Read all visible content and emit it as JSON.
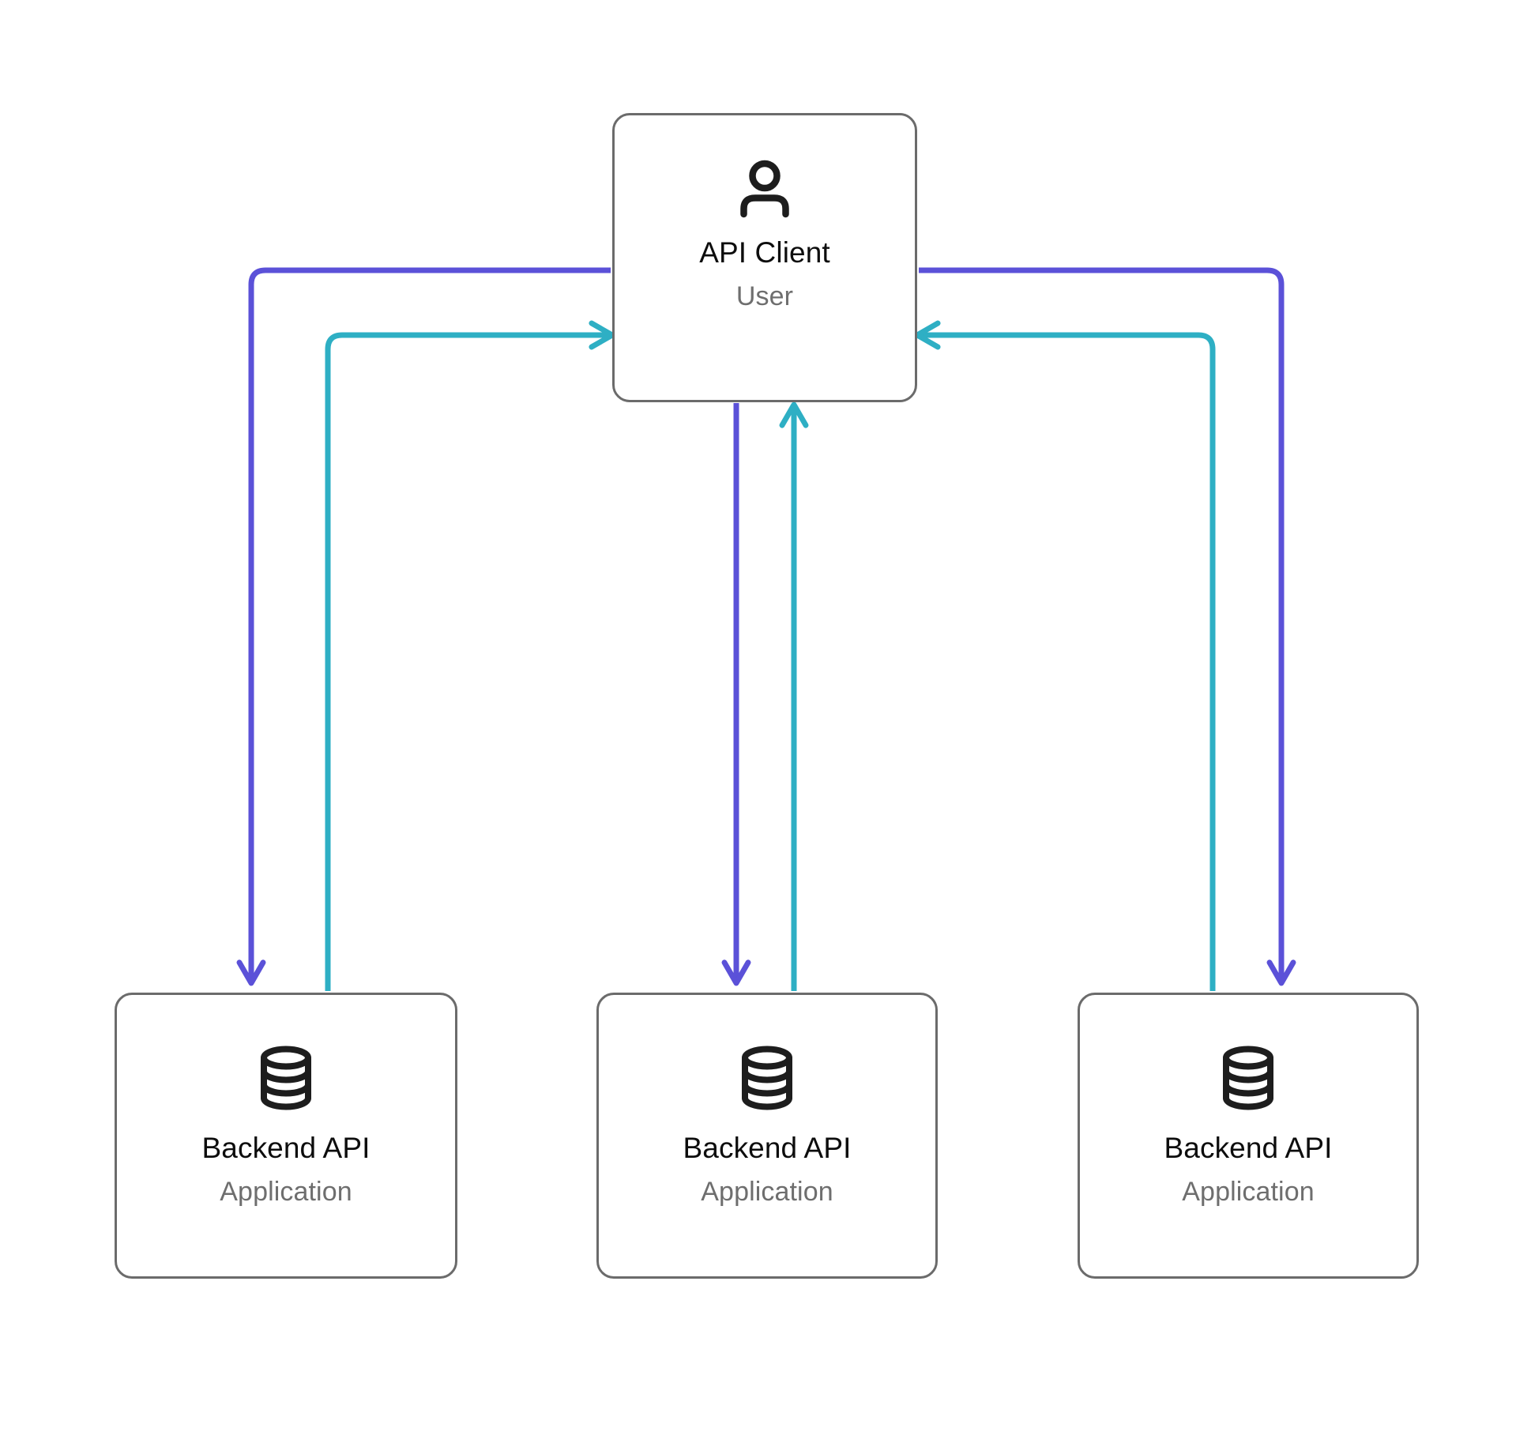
{
  "diagram": {
    "type": "c4-container-diagram",
    "background_color": "#ffffff",
    "node_border_color": "#6b6b6b",
    "title_color": "#0d0d0d",
    "subtitle_color": "#6e6e6e"
  },
  "nodes": [
    {
      "id": "api-client",
      "title": "API Client",
      "subtitle": "User",
      "icon": "person-icon"
    },
    {
      "id": "backend-left",
      "title": "Backend API",
      "subtitle": "Application",
      "icon": "database-icon"
    },
    {
      "id": "backend-middle",
      "title": "Backend API",
      "subtitle": "Application",
      "icon": "database-icon"
    },
    {
      "id": "backend-right",
      "title": "Backend API",
      "subtitle": "Application",
      "icon": "database-icon"
    }
  ],
  "edges": {
    "request_color": "#5b51d8",
    "response_color": "#2eafc4",
    "stroke_width": 7,
    "items": [
      {
        "id": "req-left",
        "from": "api-client",
        "to": "backend-left",
        "kind": "request",
        "color": "#5b51d8"
      },
      {
        "id": "req-middle",
        "from": "api-client",
        "to": "backend-middle",
        "kind": "request",
        "color": "#5b51d8"
      },
      {
        "id": "req-right",
        "from": "api-client",
        "to": "backend-right",
        "kind": "request",
        "color": "#5b51d8"
      },
      {
        "id": "res-left",
        "from": "backend-left",
        "to": "api-client",
        "kind": "response",
        "color": "#2eafc4"
      },
      {
        "id": "res-middle",
        "from": "backend-middle",
        "to": "api-client",
        "kind": "response",
        "color": "#2eafc4"
      },
      {
        "id": "res-right",
        "from": "backend-right",
        "to": "api-client",
        "kind": "response",
        "color": "#2eafc4"
      }
    ]
  }
}
